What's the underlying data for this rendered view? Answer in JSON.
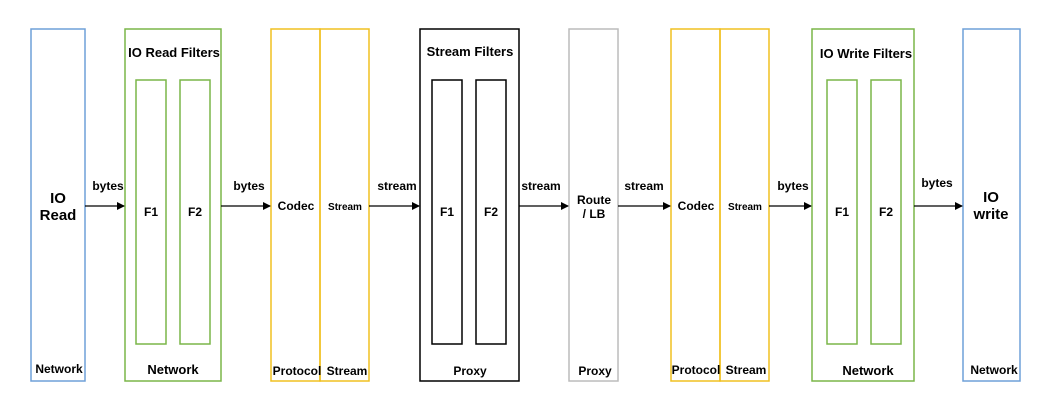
{
  "colors": {
    "blue": "#6fa0d8",
    "green": "#7ab648",
    "yellow": "#f0c020",
    "black": "#000000",
    "gray": "#bcbcbc"
  },
  "io_read": {
    "title_line1": "IO",
    "title_line2": "Read",
    "footer": "Network"
  },
  "io_read_filters": {
    "title": "IO Read Filters",
    "filter1": "F1",
    "filter2": "F2",
    "footer": "Network"
  },
  "read_codec": {
    "codec_label": "Codec",
    "stream_label": "Stream",
    "protocol_footer": "Protocol",
    "stream_footer": "Stream"
  },
  "stream_filters": {
    "title": "Stream Filters",
    "filter1": "F1",
    "filter2": "F2",
    "footer": "Proxy"
  },
  "route": {
    "line1": "Route",
    "line2": "/ LB",
    "footer": "Proxy"
  },
  "write_codec": {
    "codec_label": "Codec",
    "stream_label": "Stream",
    "protocol_footer": "Protocol",
    "stream_footer": "Stream"
  },
  "io_write_filters": {
    "title": "IO Write Filters",
    "filter1": "F1",
    "filter2": "F2",
    "footer": "Network"
  },
  "io_write": {
    "title_line1": "IO",
    "title_line2": "write",
    "footer": "Network"
  },
  "edges": {
    "e1": "bytes",
    "e2": "bytes",
    "e3": "stream",
    "e4": "stream",
    "e5": "stream",
    "e6": "bytes",
    "e7": "bytes"
  }
}
